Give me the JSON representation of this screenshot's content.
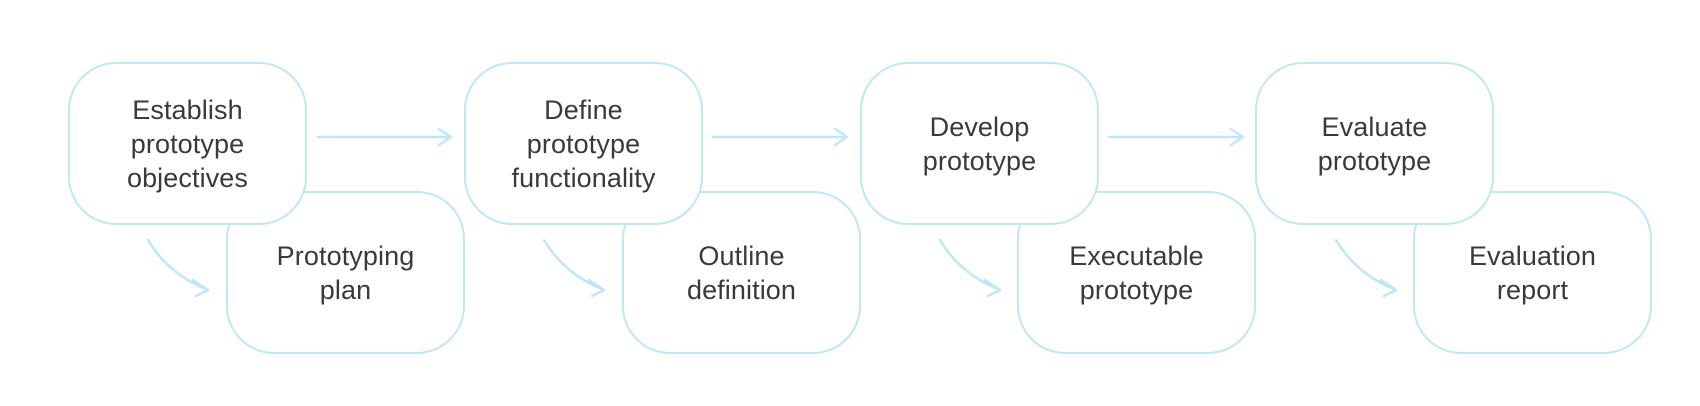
{
  "diagram": {
    "stages": [
      {
        "activity": "Establish\nprototype\nobjectives",
        "output": "Prototyping\nplan"
      },
      {
        "activity": "Define\nprototype\nfunctionality",
        "output": "Outline\ndefinition"
      },
      {
        "activity": "Develop\nprototype",
        "output": "Executable\nprototype"
      },
      {
        "activity": "Evaluate\nprototype",
        "output": "Evaluation\nreport"
      }
    ],
    "colors": {
      "border": "#bfe8f4",
      "text": "#3a3a3a",
      "background": "#ffffff"
    }
  }
}
